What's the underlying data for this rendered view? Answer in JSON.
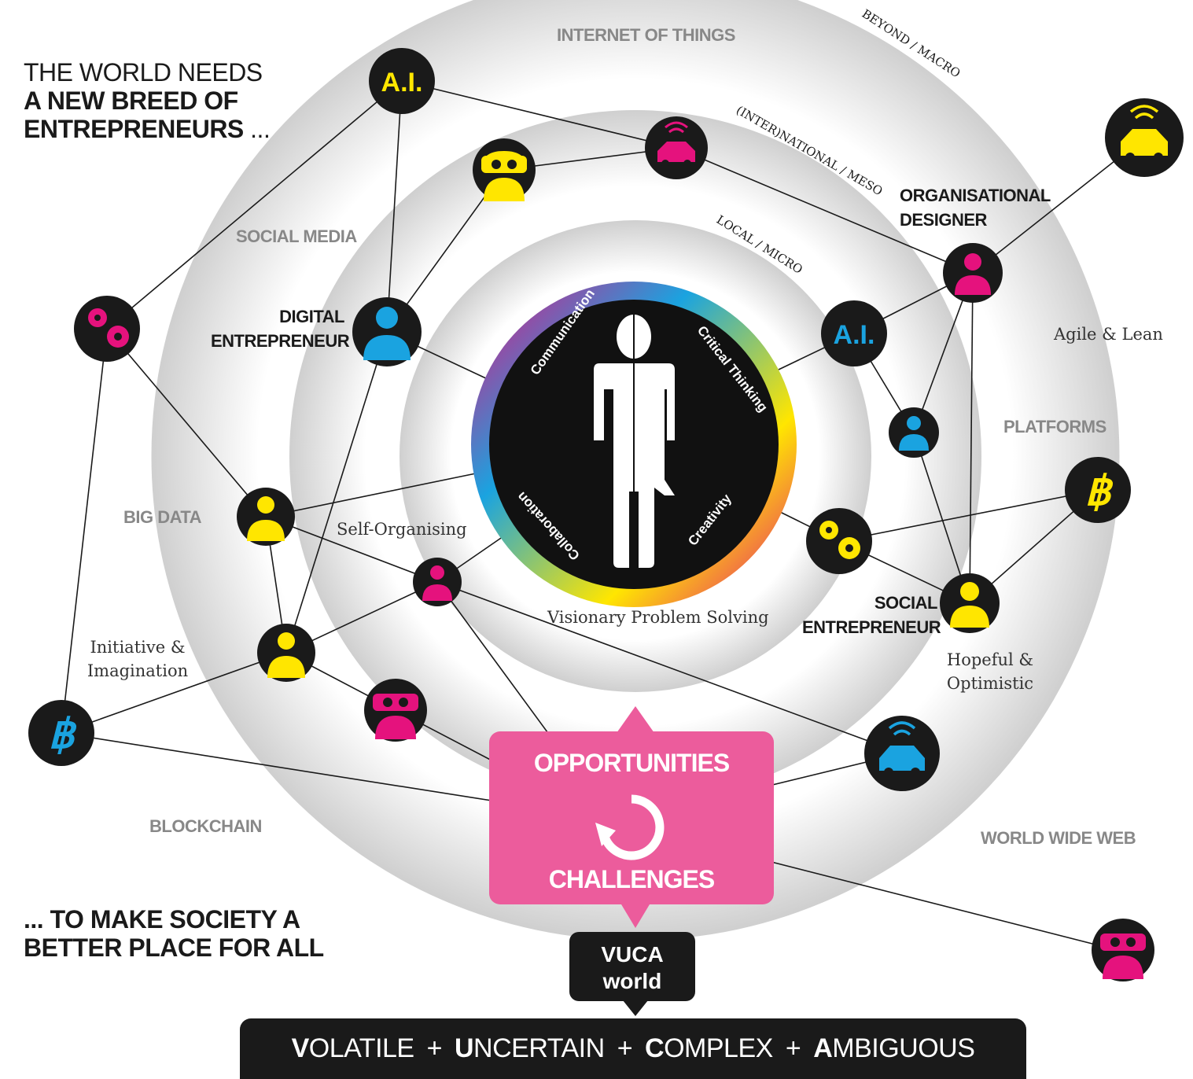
{
  "heading_top": {
    "line1": "THE WORLD NEEDS",
    "line2": "A NEW BREED OF",
    "line3": "ENTREPRENEURS",
    "ellipsis": "..."
  },
  "heading_bottom": {
    "line1": "... TO MAKE SOCIETY A",
    "line2": "BETTER PLACE FOR ALL"
  },
  "ring_labels": {
    "internet_of_things": "INTERNET OF THINGS",
    "social_media": "SOCIAL MEDIA",
    "big_data": "BIG DATA",
    "blockchain": "BLOCKCHAIN",
    "platforms": "PLATFORMS",
    "world_wide_web": "WORLD WIDE WEB"
  },
  "scale_labels": {
    "macro": "BEYOND / MACRO",
    "meso": "(INTER)NATIONAL / MESO",
    "micro": "LOCAL / MICRO"
  },
  "roles": {
    "digital_1": "DIGITAL",
    "digital_2": "ENTREPRENEUR",
    "org_1": "ORGANISATIONAL",
    "org_2": "DESIGNER",
    "social_1": "SOCIAL",
    "social_2": "ENTREPRENEUR"
  },
  "traits": {
    "agile": "Agile & Lean",
    "self_org": "Self-Organising",
    "visionary": "Visionary Problem Solving",
    "initiative_1": "Initiative &",
    "initiative_2": "Imagination",
    "hopeful_1": "Hopeful &",
    "hopeful_2": "Optimistic"
  },
  "core_skills": {
    "communication": "Communication",
    "critical": "Critical Thinking",
    "collaboration": "Collaboration",
    "creativity": "Creativity"
  },
  "ai_badge": "A.I.",
  "opportunities": "OPPORTUNITIES",
  "challenges": "CHALLENGES",
  "vuca_box": {
    "line1": "VUCA",
    "line2": "world"
  },
  "vuca_bar": {
    "v_initial": "V",
    "v_rest": "OLATILE",
    "u_initial": "U",
    "u_rest": "NCERTAIN",
    "c_initial": "C",
    "c_rest": "OMPLEX",
    "a_initial": "A",
    "a_rest": "MBIGUOUS",
    "plus": "+"
  },
  "colors": {
    "magenta": "#e5127d",
    "yellow": "#ffe600",
    "cyan": "#1aa3e0",
    "dark": "#1a1a1a",
    "pink_box": "#ec5c9c",
    "ring_grey": "#d9d9d9"
  }
}
